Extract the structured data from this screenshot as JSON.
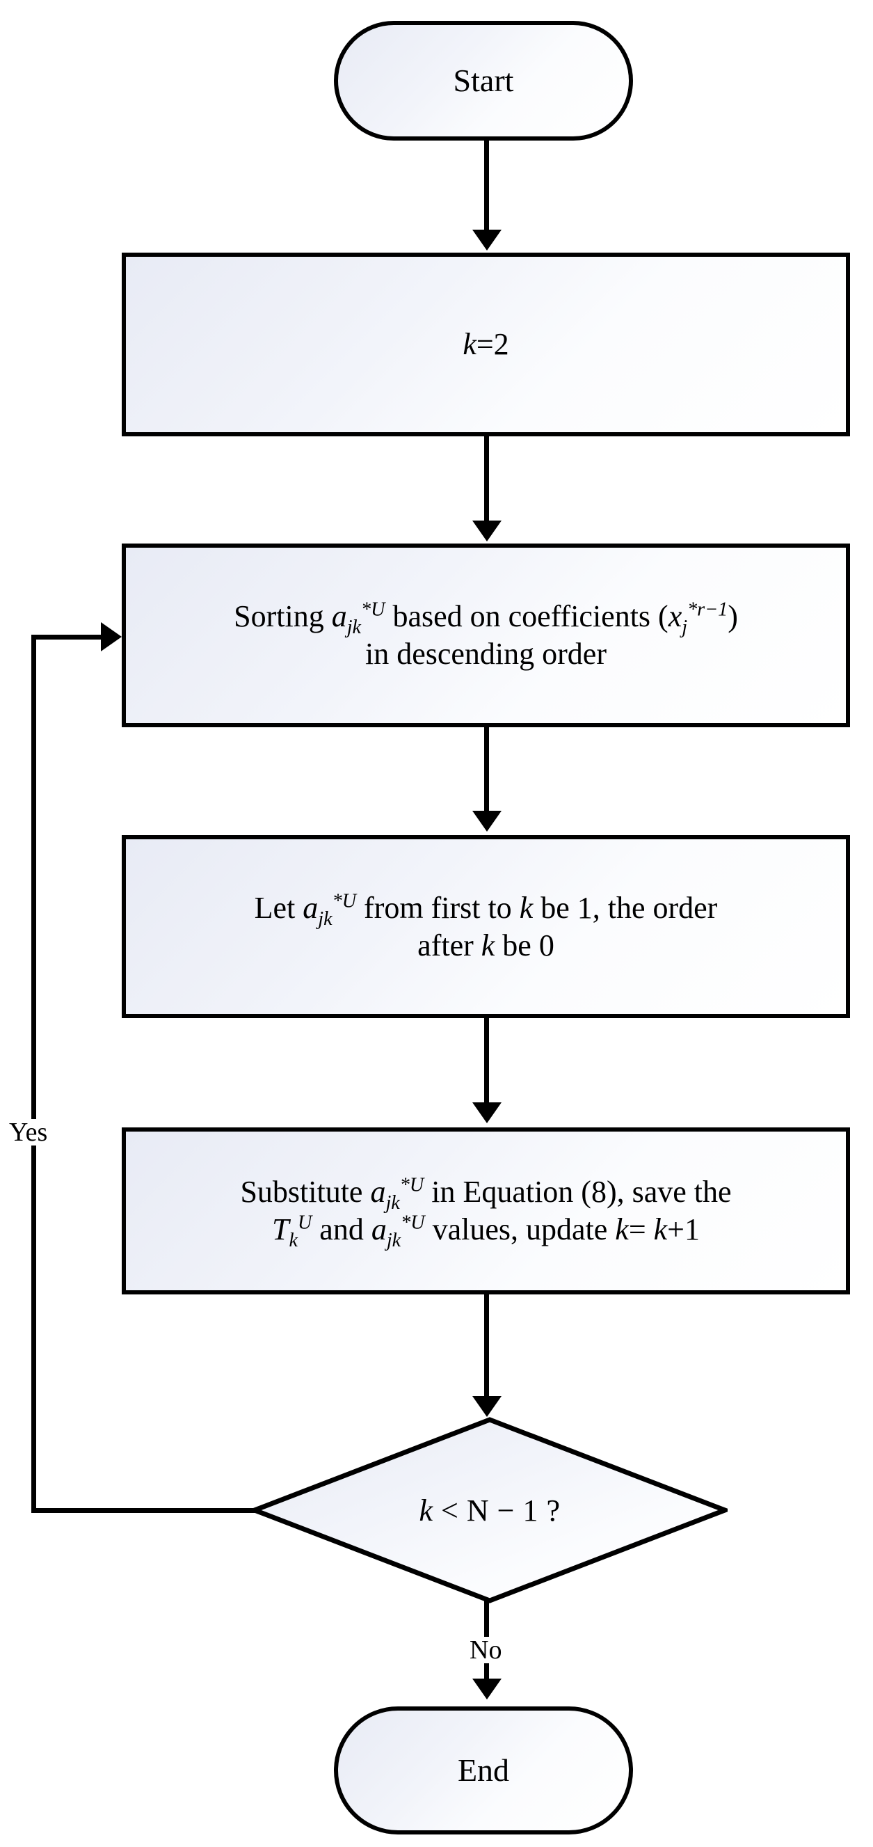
{
  "diagram": {
    "title": "Flowchart",
    "background_color": "#ffffff",
    "stroke_color": "#000000",
    "node_fill_from": "#e8ebf5",
    "node_fill_to": "#ffffff"
  },
  "nodes": {
    "start": {
      "label": "Start",
      "shape": "terminator"
    },
    "init": {
      "shape": "process",
      "label_plain": "k=2",
      "var": "k",
      "op": "=",
      "value": "2"
    },
    "sorting": {
      "shape": "process",
      "label_plain": "Sorting a_jk^*U based on coefficients (x_j^*r-1) in descending order",
      "seg_1": "Sorting ",
      "sym_a": "a",
      "sym_a_sub": "jk",
      "sym_a_sup": "*U",
      "seg_2": " based on coefficients (",
      "sym_x": "x",
      "sym_x_sub": "j",
      "sym_x_sup": "*r−1",
      "seg_3": ")",
      "line_2": "in descending order"
    },
    "let": {
      "shape": "process",
      "label_plain": "Let a_jk^*U from first to k be 1, the order after k be 0",
      "seg_1": "Let ",
      "sym_a": "a",
      "sym_a_sub": "jk",
      "sym_a_sup": "*U",
      "seg_2": " from first to ",
      "sym_k1": "k",
      "seg_3": " be 1, the order",
      "seg_4": "after ",
      "sym_k2": "k",
      "seg_5": " be 0"
    },
    "substitute": {
      "shape": "process",
      "label_plain": "Substitute a_jk^*U in Equation (8), save the T_k^U and a_jk^*U values, update k= k+1",
      "seg_1": "Substitute ",
      "sym_a1": "a",
      "sym_a1_sub": "jk",
      "sym_a1_sup": "*U",
      "seg_2": " in Equation (8), save the",
      "sym_T": "T",
      "sym_T_sub": "k",
      "sym_T_sup": "U",
      "seg_3": " and ",
      "sym_a2": "a",
      "sym_a2_sub": "jk",
      "sym_a2_sup": "*U",
      "seg_4": " values, update ",
      "sym_k1": "k",
      "seg_5": "= ",
      "sym_k2": "k",
      "seg_6": "+1"
    },
    "decision": {
      "shape": "diamond",
      "label_plain": "k < N − 1 ?",
      "sym_k": "k",
      "rest": " < N − 1 ?"
    },
    "end": {
      "label": "End",
      "shape": "terminator"
    }
  },
  "edges": {
    "yes_label": "Yes",
    "no_label": "No"
  }
}
